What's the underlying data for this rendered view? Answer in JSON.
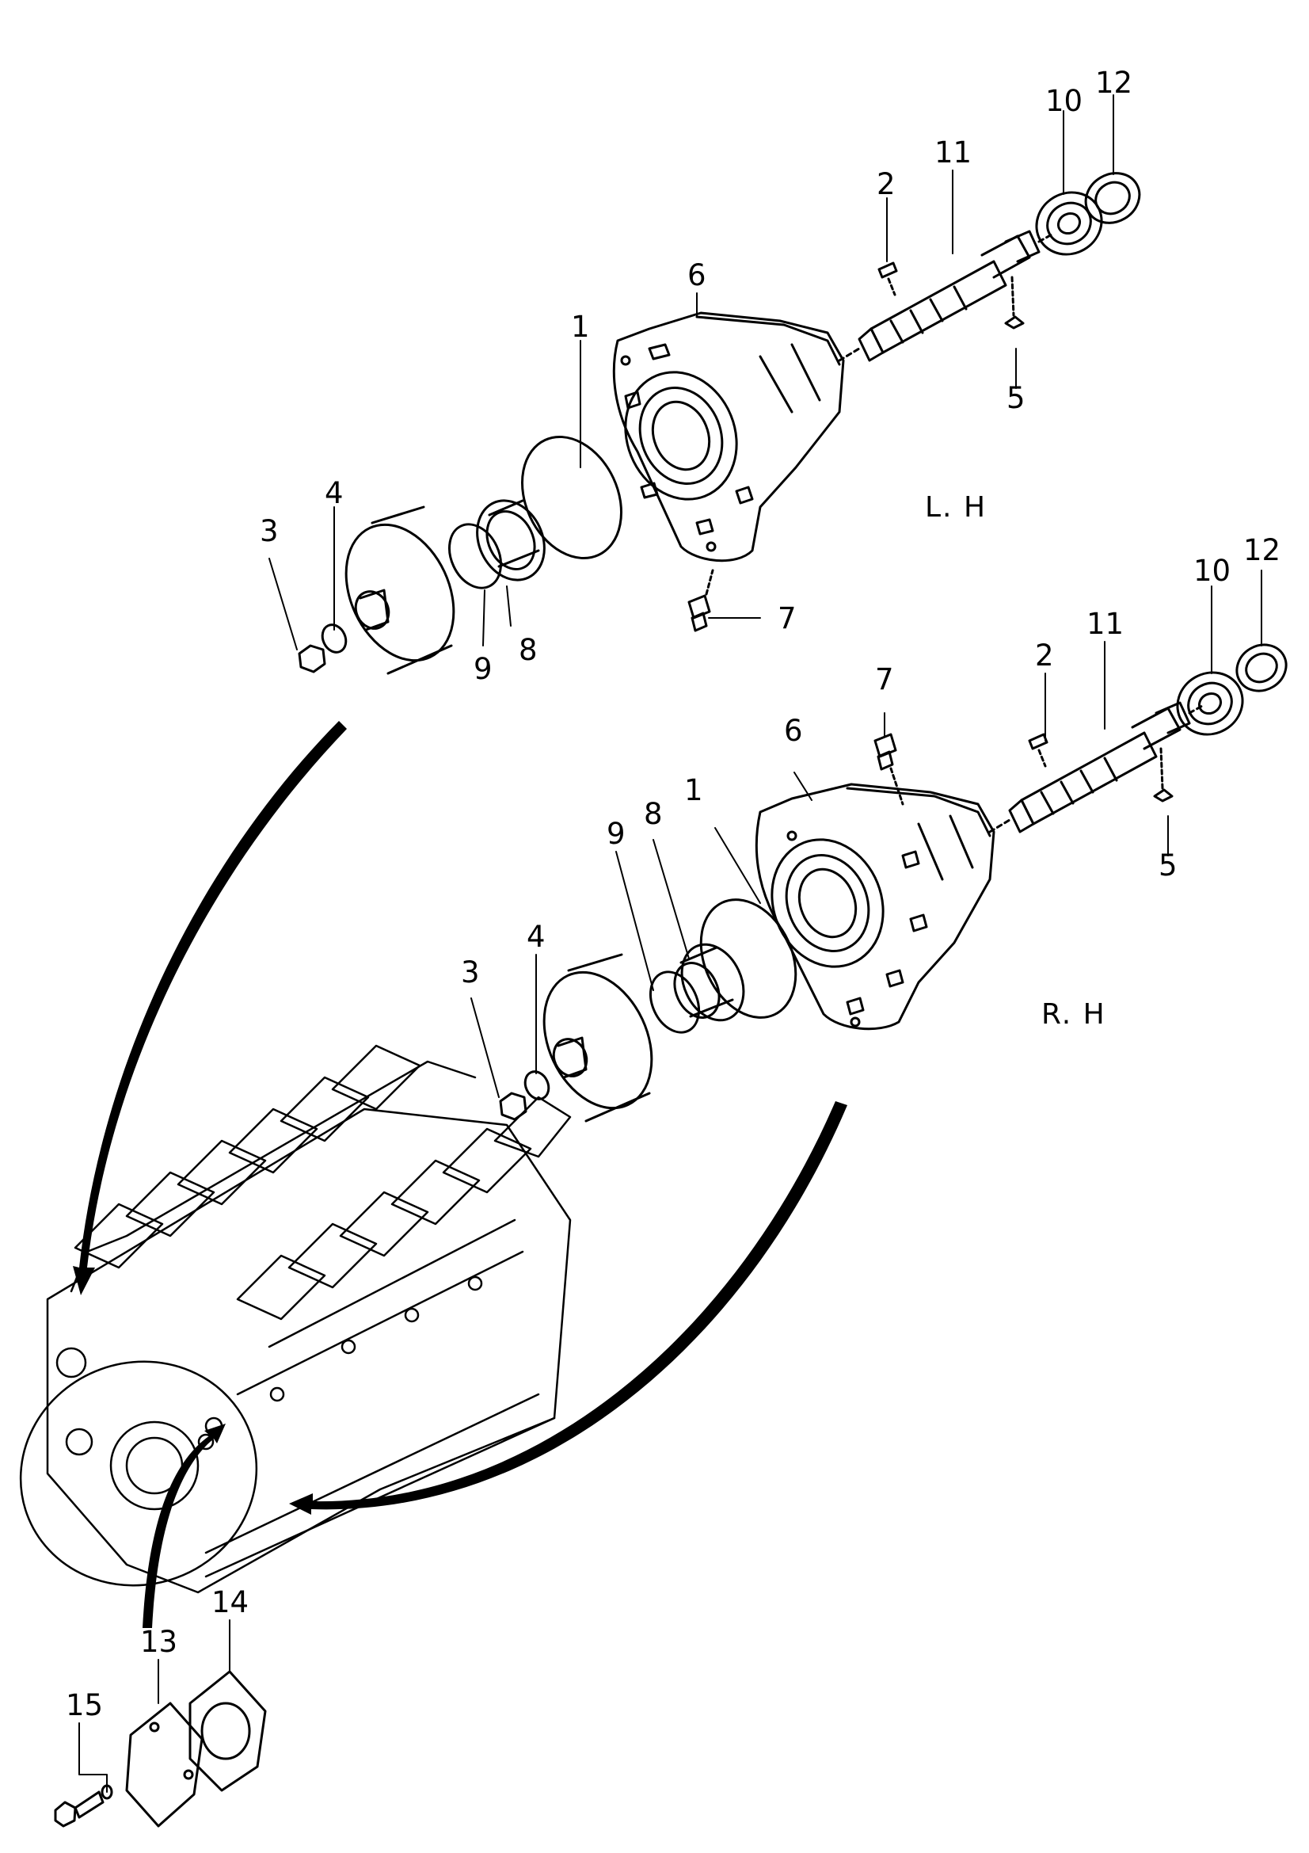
{
  "groups": {
    "left_hand": "L. H",
    "right_hand": "R. H"
  },
  "callouts": {
    "lh": [
      "1",
      "2",
      "3",
      "4",
      "5",
      "6",
      "7",
      "8",
      "9",
      "10",
      "11",
      "12"
    ],
    "rh": [
      "1",
      "2",
      "3",
      "4",
      "5",
      "6",
      "7",
      "8",
      "9",
      "10",
      "11",
      "12"
    ],
    "cover": [
      "13",
      "14",
      "15"
    ]
  },
  "colors": {
    "line": "#000000",
    "background": "#ffffff"
  }
}
